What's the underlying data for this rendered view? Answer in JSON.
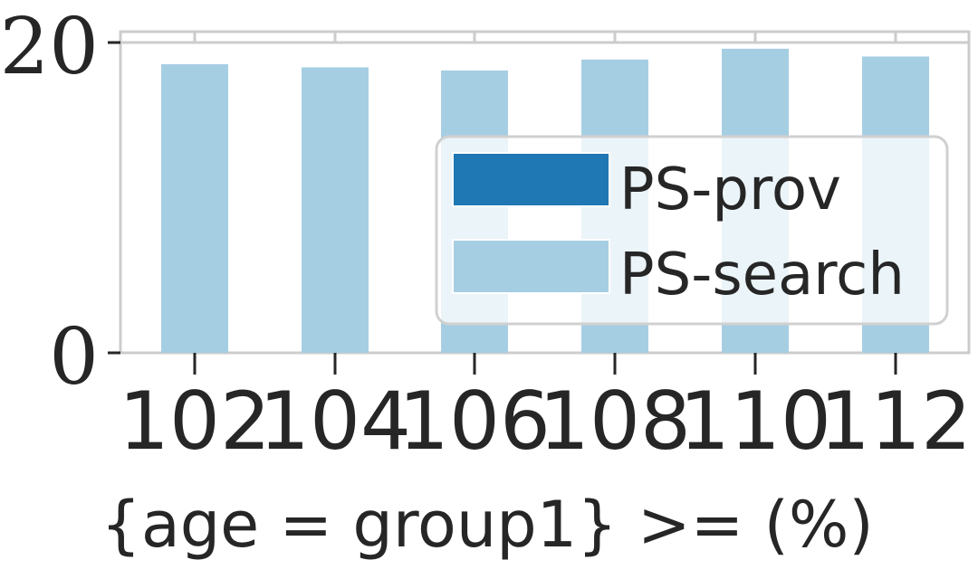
{
  "chart_data": {
    "type": "bar",
    "categories": [
      "102",
      "104",
      "106",
      "108",
      "110",
      "112"
    ],
    "series": [
      {
        "name": "PS-prov",
        "values": [
          0,
          0,
          0,
          0,
          0,
          0
        ],
        "color": "#1f77b4"
      },
      {
        "name": "PS-search",
        "values": [
          18.6,
          18.4,
          18.2,
          18.9,
          19.6,
          19.1
        ],
        "color": "#a6cee3"
      }
    ],
    "xlabel": "{age = group1} >= (%)",
    "ylabel": "",
    "yticks": [
      0,
      20
    ],
    "ylim": [
      0,
      20
    ],
    "legend_position": "center-right",
    "grid": false
  }
}
